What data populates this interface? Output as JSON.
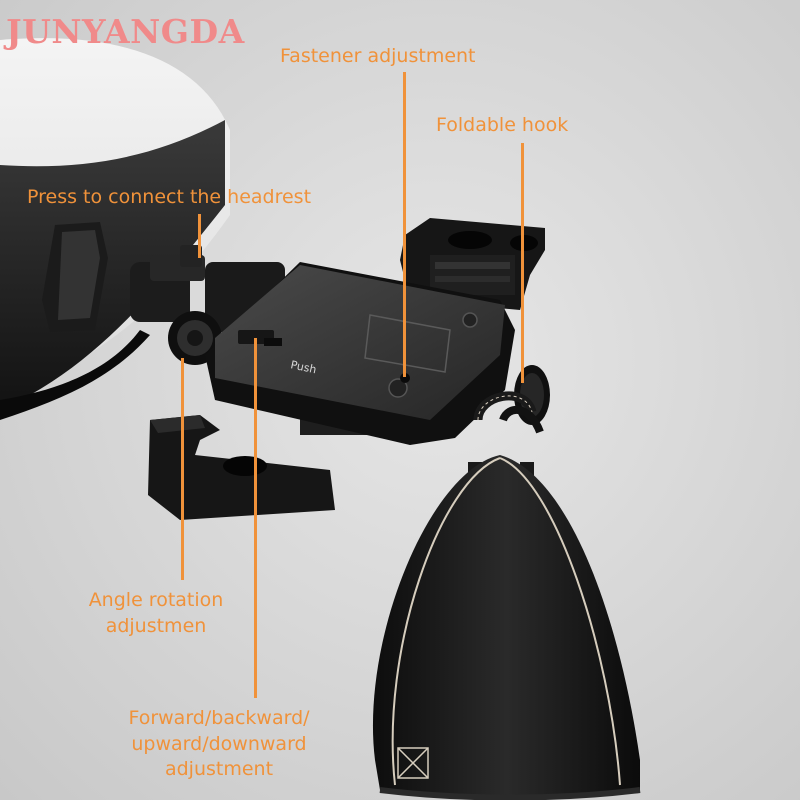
{
  "brand": {
    "name": "JUNYANGDA"
  },
  "callouts": {
    "fastener": "Fastener adjustment",
    "hook": "Foldable hook",
    "press": "Press to connect the headrest",
    "angle_line1": "Angle rotation",
    "angle_line2": "adjustmen",
    "forward_line1": "Forward/backward/",
    "forward_line2": "upward/downward",
    "forward_line3": "adjustment"
  },
  "product_marks": {
    "push_label": "Push"
  },
  "colors": {
    "accent": "#f0923a",
    "brand": "#f08a8a",
    "background": "#d6d6d6",
    "product": "#1a1a1a"
  }
}
